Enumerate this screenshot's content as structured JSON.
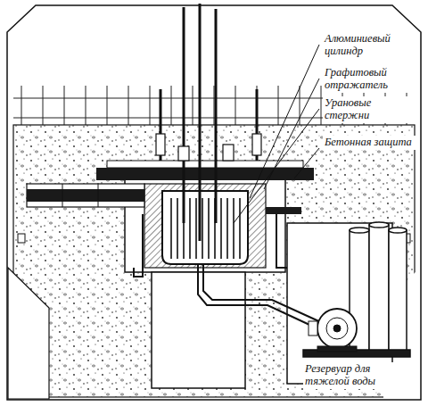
{
  "diagram": {
    "labels": [
      "Алюминиевый цилиндр",
      "Графитовый отражатель",
      "Урановые стержни",
      "Бетонная защита",
      "Резервуар для тяжелой воды"
    ]
  }
}
